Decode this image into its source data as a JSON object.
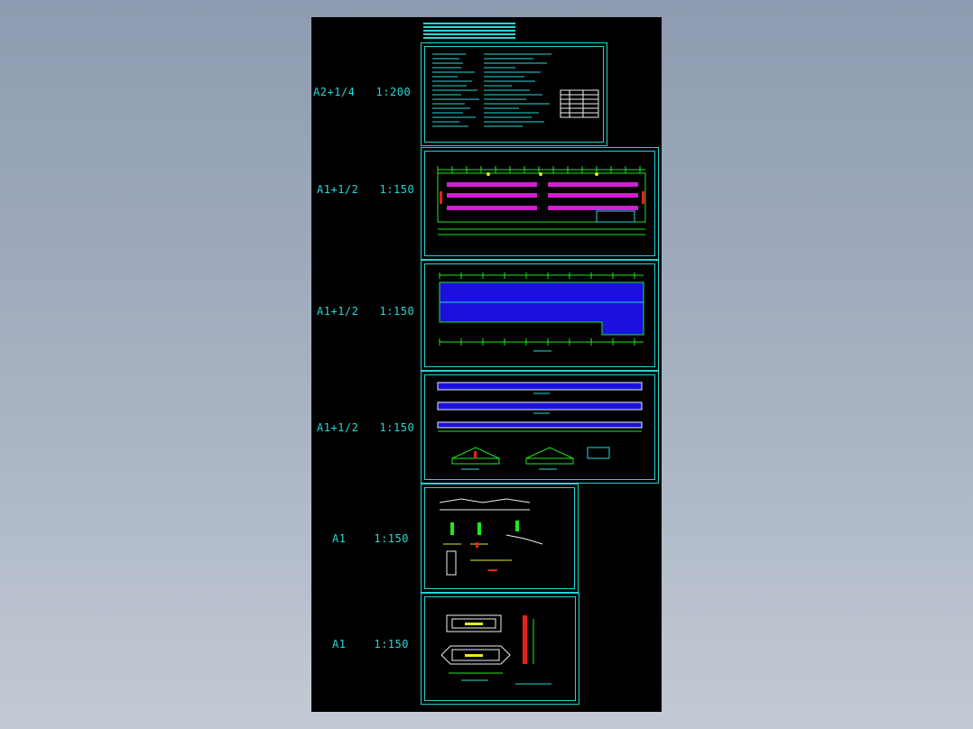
{
  "sheets": [
    {
      "format": "A2+1/4",
      "scale": "1:200"
    },
    {
      "format": "A1+1/2",
      "scale": "1:150"
    },
    {
      "format": "A1+1/2",
      "scale": "1:150"
    },
    {
      "format": "A1+1/2",
      "scale": "1:150"
    },
    {
      "format": "A1",
      "scale": "1:150"
    },
    {
      "format": "A1",
      "scale": "1:150"
    }
  ],
  "colors": {
    "background": "#8e9bb0",
    "paper": "#000000",
    "frame": "#22d4d4",
    "plan_fill": "#1a10e0",
    "grid": "#1ee81e",
    "dimension": "#e8e820",
    "accent_red": "#e82020",
    "accent_magenta": "#d020d0"
  }
}
